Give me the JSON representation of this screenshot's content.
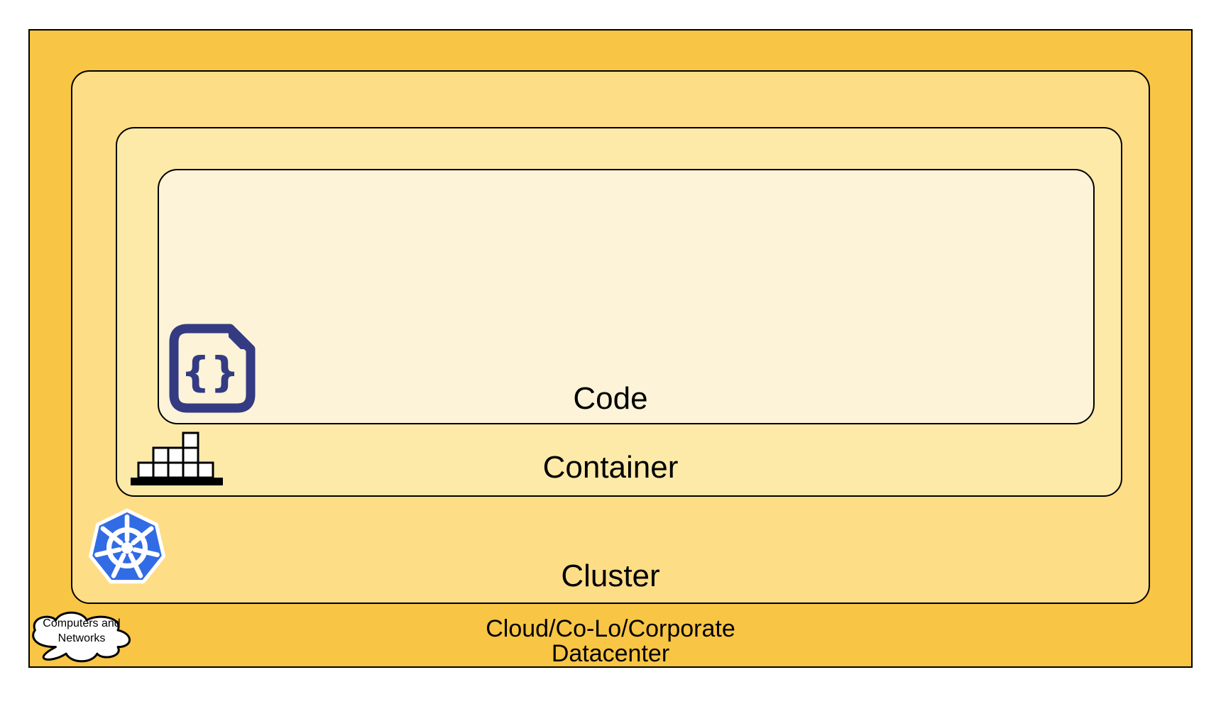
{
  "diagram": {
    "layers": {
      "code": {
        "label": "Code"
      },
      "container": {
        "label": "Container"
      },
      "cluster": {
        "label": "Cluster"
      },
      "datacenter": {
        "label_line1": "Cloud/Co-Lo/Corporate",
        "label_line2": "Datacenter"
      }
    },
    "cloud_callout": {
      "line1": "Computers and",
      "line2": "Networks"
    },
    "icons": {
      "code_file": "code-file-icon",
      "container_blocks": "container-blocks-icon",
      "kubernetes": "kubernetes-wheel-icon",
      "cloud": "cloud-network-icon",
      "code_glyph": "{}"
    },
    "colors": {
      "datacenter_fill": "#F8C545",
      "cluster_fill": "#FEDD87",
      "container_fill": "#FDEAA9",
      "code_fill": "#FCF3D8",
      "border": "#000000",
      "text": "#000000",
      "code_icon_navy": "#343B82",
      "kubernetes_blue": "#326CE5",
      "icon_white": "#FFFFFF"
    }
  }
}
